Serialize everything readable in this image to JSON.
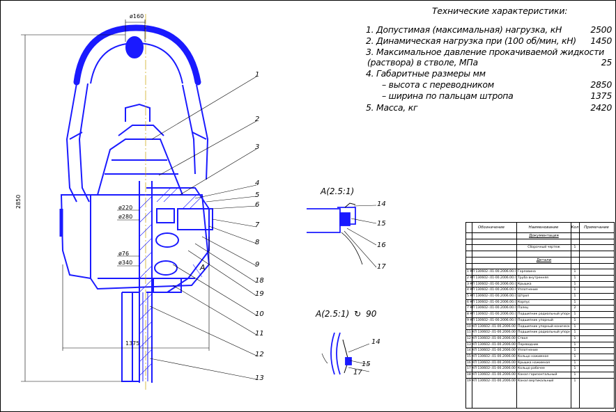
{
  "specs": {
    "title": "Технические характеристики:",
    "lines": [
      {
        "text": "1. Допустимая (максимальная) нагрузка, кН",
        "value": "2500"
      },
      {
        "text": "2. Динамическая нагрузка при (100 об/мин, кН)",
        "value": "1450"
      },
      {
        "text": "3. Максимальное давление прокачиваемой жидкости",
        "value": ""
      },
      {
        "text": "(раствора) в стволе, МПа",
        "value": "25"
      },
      {
        "text": "4. Габаритные размеры мм",
        "value": ""
      },
      {
        "text": "– высота с переводником",
        "value": "2850"
      },
      {
        "text": "– ширина по пальцам штропа",
        "value": "1375"
      },
      {
        "text": "5. Масса, кг",
        "value": "2420"
      }
    ]
  },
  "dimensions": {
    "top_width": "ø160",
    "height": "2850",
    "width": "1375",
    "d1": "ø220",
    "d2": "ø280",
    "d3": "ø76",
    "d4": "ø340"
  },
  "callouts": [
    "1",
    "2",
    "3",
    "4",
    "5",
    "6",
    "7",
    "8",
    "9",
    "18",
    "19",
    "10",
    "11",
    "12",
    "13"
  ],
  "section_label": "А",
  "detail_a": {
    "title": "А(2.5:1)",
    "labels": [
      "14",
      "15",
      "16",
      "17"
    ]
  },
  "detail_a_rot": {
    "title": "А(2.5:1)",
    "rot": "90",
    "labels": [
      "14",
      "15",
      "17"
    ]
  },
  "table": {
    "headers": {
      "code": "Обозначение",
      "name": "Наименование",
      "qty": "Кол",
      "note": "Примечание"
    },
    "rows": [
      {
        "code": "",
        "name": "Документация",
        "qty": "",
        "head": true
      },
      {
        "code": "",
        "name": "",
        "qty": ""
      },
      {
        "code": "",
        "name": "Сборочный чертеж",
        "qty": "1"
      },
      {
        "code": "",
        "name": "",
        "qty": ""
      },
      {
        "code": "",
        "name": "Детали",
        "qty": "",
        "head": true
      },
      {
        "code": "",
        "name": "",
        "qty": ""
      },
      {
        "code": "1 КП 130602-.01-00.2006.00.01",
        "name": "Горловина",
        "qty": "1"
      },
      {
        "code": "2 КП 130602-.01-00.2006.00.02",
        "name": "Труба внутренняя",
        "qty": "1"
      },
      {
        "code": "3 КП 130602-.01-00.2006.00.03",
        "name": "Крышка",
        "qty": "1"
      },
      {
        "code": "4 КП 130602-.01-00.2006.00.04",
        "name": "Уплотнение",
        "qty": "1"
      },
      {
        "code": "5 КП 130602-.01-00.2006.00.05",
        "name": "Штроп",
        "qty": "1"
      },
      {
        "code": "6 КП 130602-.01-00.2006.00.06",
        "name": "Корпус",
        "qty": "1"
      },
      {
        "code": "7 КП 130602-.01-00.2006.00.07",
        "name": "Палец",
        "qty": "2"
      },
      {
        "code": "8 КП 130602-.01-00.2006.00.08",
        "name": "Подшипник радиальный упорный",
        "qty": "1"
      },
      {
        "code": "9 КП 130602-.01-00.2006.00.09",
        "name": "Подшипник упорный",
        "qty": "1"
      },
      {
        "code": "10 КП 130602-.01-00.2006.00.10",
        "name": "Подшипник упорный конический роликовый",
        "qty": "1"
      },
      {
        "code": "11 КП 130602-.01-00.2006.00.11",
        "name": "Подшипник радиальный упорный",
        "qty": "1"
      },
      {
        "code": "12 КП 130602-.01-00.2006.00.12",
        "name": "Ствол",
        "qty": "1"
      },
      {
        "code": "13 КП 130602-.01-00.2006.00.13",
        "name": "Переводник",
        "qty": "1"
      },
      {
        "code": "14 КП 130602-.01-00.2006.00.14",
        "name": "Уплотнение",
        "qty": "1"
      },
      {
        "code": "15 КП 130602-.01-00.2006.00.15",
        "name": "Кольцо нажимное",
        "qty": "1"
      },
      {
        "code": "16 КП 130602-.01-00.2006.00.16",
        "name": "Крышка нажимная",
        "qty": "1"
      },
      {
        "code": "17 КП 130602-.01-00.2006.00.17",
        "name": "Кольцо рабочее",
        "qty": "1"
      },
      {
        "code": "18 КП 130602-.01-00.2006.00.18",
        "name": "Канал горизонтальный",
        "qty": "1"
      },
      {
        "code": "19 КП 130602-.01-00.2006.00.19",
        "name": "Канал вертикальный",
        "qty": "1"
      }
    ]
  },
  "colors": {
    "line": "#1a1aff",
    "dim": "#000000"
  }
}
